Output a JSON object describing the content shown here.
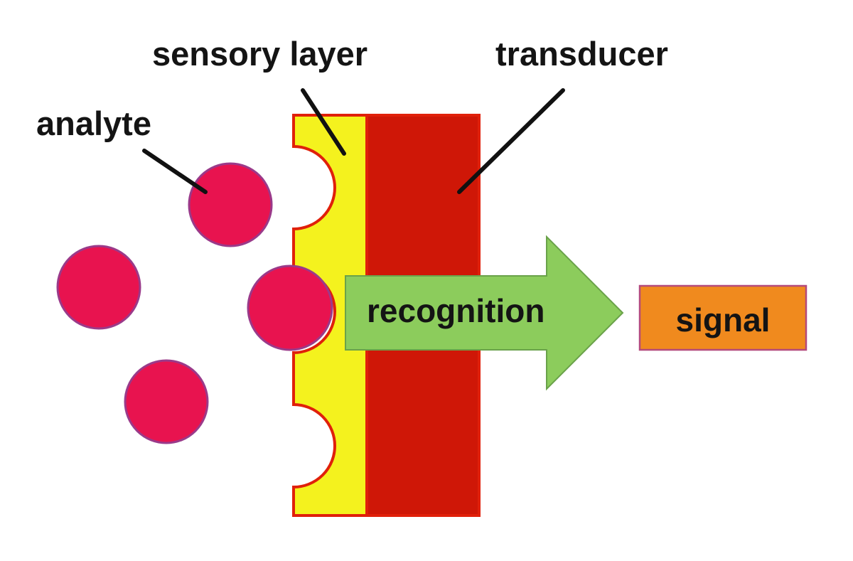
{
  "labels": {
    "analyte": "analyte",
    "sensory_layer": "sensory layer",
    "transducer": "transducer",
    "recognition": "recognition",
    "signal": "signal"
  },
  "colors": {
    "analyte_fill": "#e8134f",
    "analyte_stroke": "#9a3a8a",
    "sensory_layer_fill": "#f4f21e",
    "transducer_fill": "#cf1707",
    "outline": "#e0200a",
    "arrow_fill": "#8ccc5c",
    "arrow_stroke": "#6aa24a",
    "signal_fill": "#f08a1e",
    "signal_stroke": "#b44a7c",
    "text": "#141414"
  }
}
